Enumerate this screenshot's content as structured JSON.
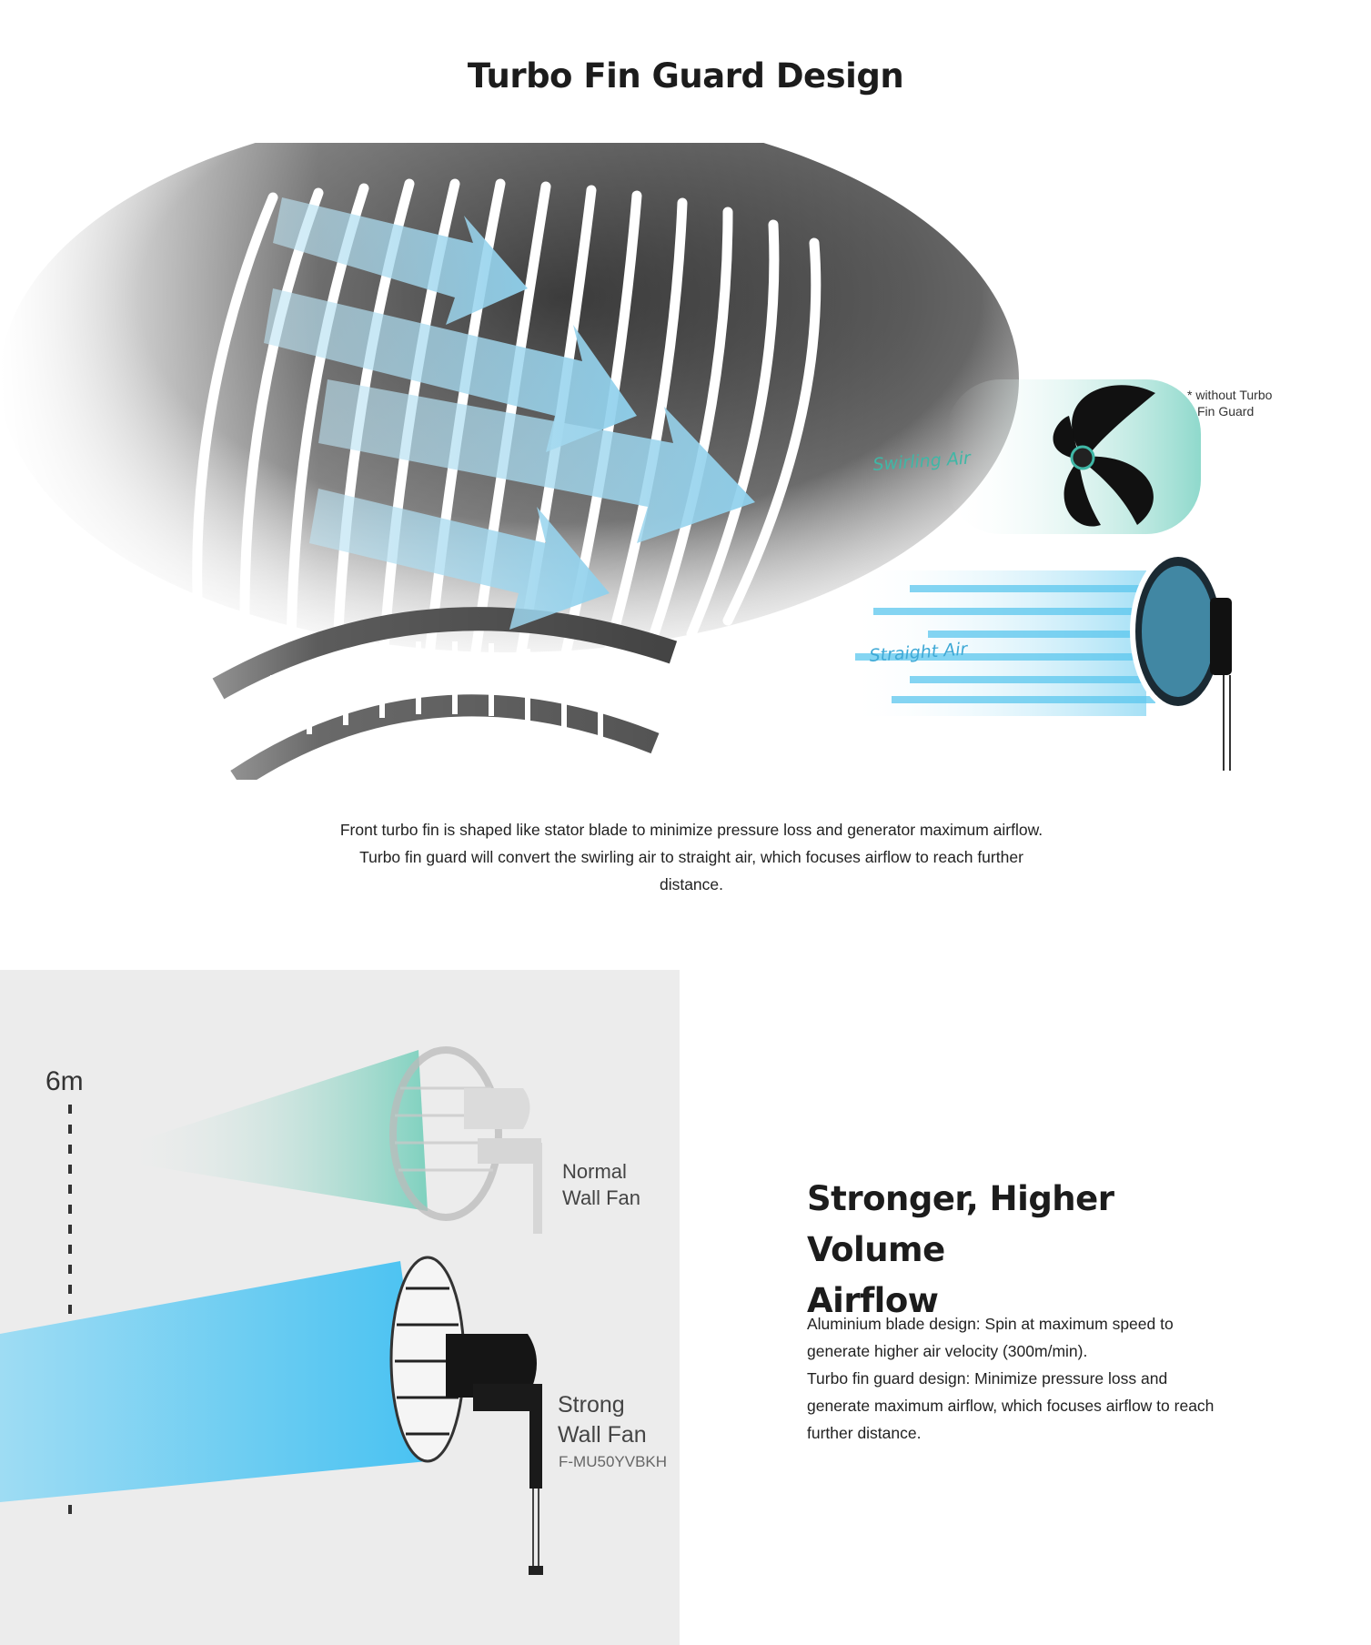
{
  "section1": {
    "title": "Turbo Fin Guard Design",
    "graphic": {
      "swirling_label": "Swirling Air",
      "straight_label": "Straight Air",
      "note_line1": "* without Turbo",
      "note_line2": "Fin Guard"
    },
    "description": [
      "Front turbo fin is shaped like stator blade to minimize pressure loss and generator maximum airflow.",
      "Turbo fin guard will convert the swirling air to straight air, which focuses airflow to reach further",
      "distance."
    ]
  },
  "section2": {
    "graphic": {
      "distance_label": "6m",
      "normal_line1": "Normal",
      "normal_line2": "Wall Fan",
      "strong_line1": "Strong",
      "strong_line2": "Wall Fan",
      "model": "F-MU50YVBKH"
    },
    "title_line1": "Stronger, Higher Volume",
    "title_line2": "Airflow",
    "paragraphs": [
      "Aluminium blade design: Spin at maximum speed to",
      "generate higher air velocity (300m/min).",
      "Turbo fin guard design: Minimize pressure loss and",
      "generate maximum airflow, which focuses airflow to reach",
      "further distance."
    ]
  },
  "colors": {
    "teal": "#3fb7a6",
    "air_blue": "#7ccbe6",
    "strong_blue": "#49c2f2",
    "panel_bg": "#ececec",
    "heading": "#1c1c1c"
  }
}
